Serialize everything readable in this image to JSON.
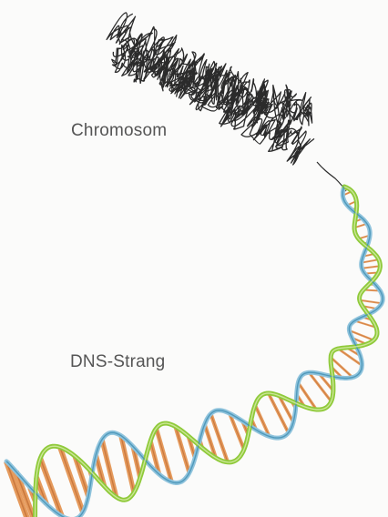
{
  "labels": {
    "chromosome": "Chromosom",
    "dna_strand": "DNS-Strang"
  },
  "colors": {
    "chromatin": "#2b2b2b",
    "backbone_blue": "#8fc3dc",
    "backbone_blue_dark": "#3f8fb3",
    "backbone_green": "#8fca3a",
    "backbone_green_light": "#d9ecae",
    "base_pair": "#e59a5c",
    "base_pair_dark": "#b8622a",
    "label": "#555555"
  },
  "icons": {
    "chromosome": "x-shaped-chromosome",
    "dna": "double-helix"
  }
}
